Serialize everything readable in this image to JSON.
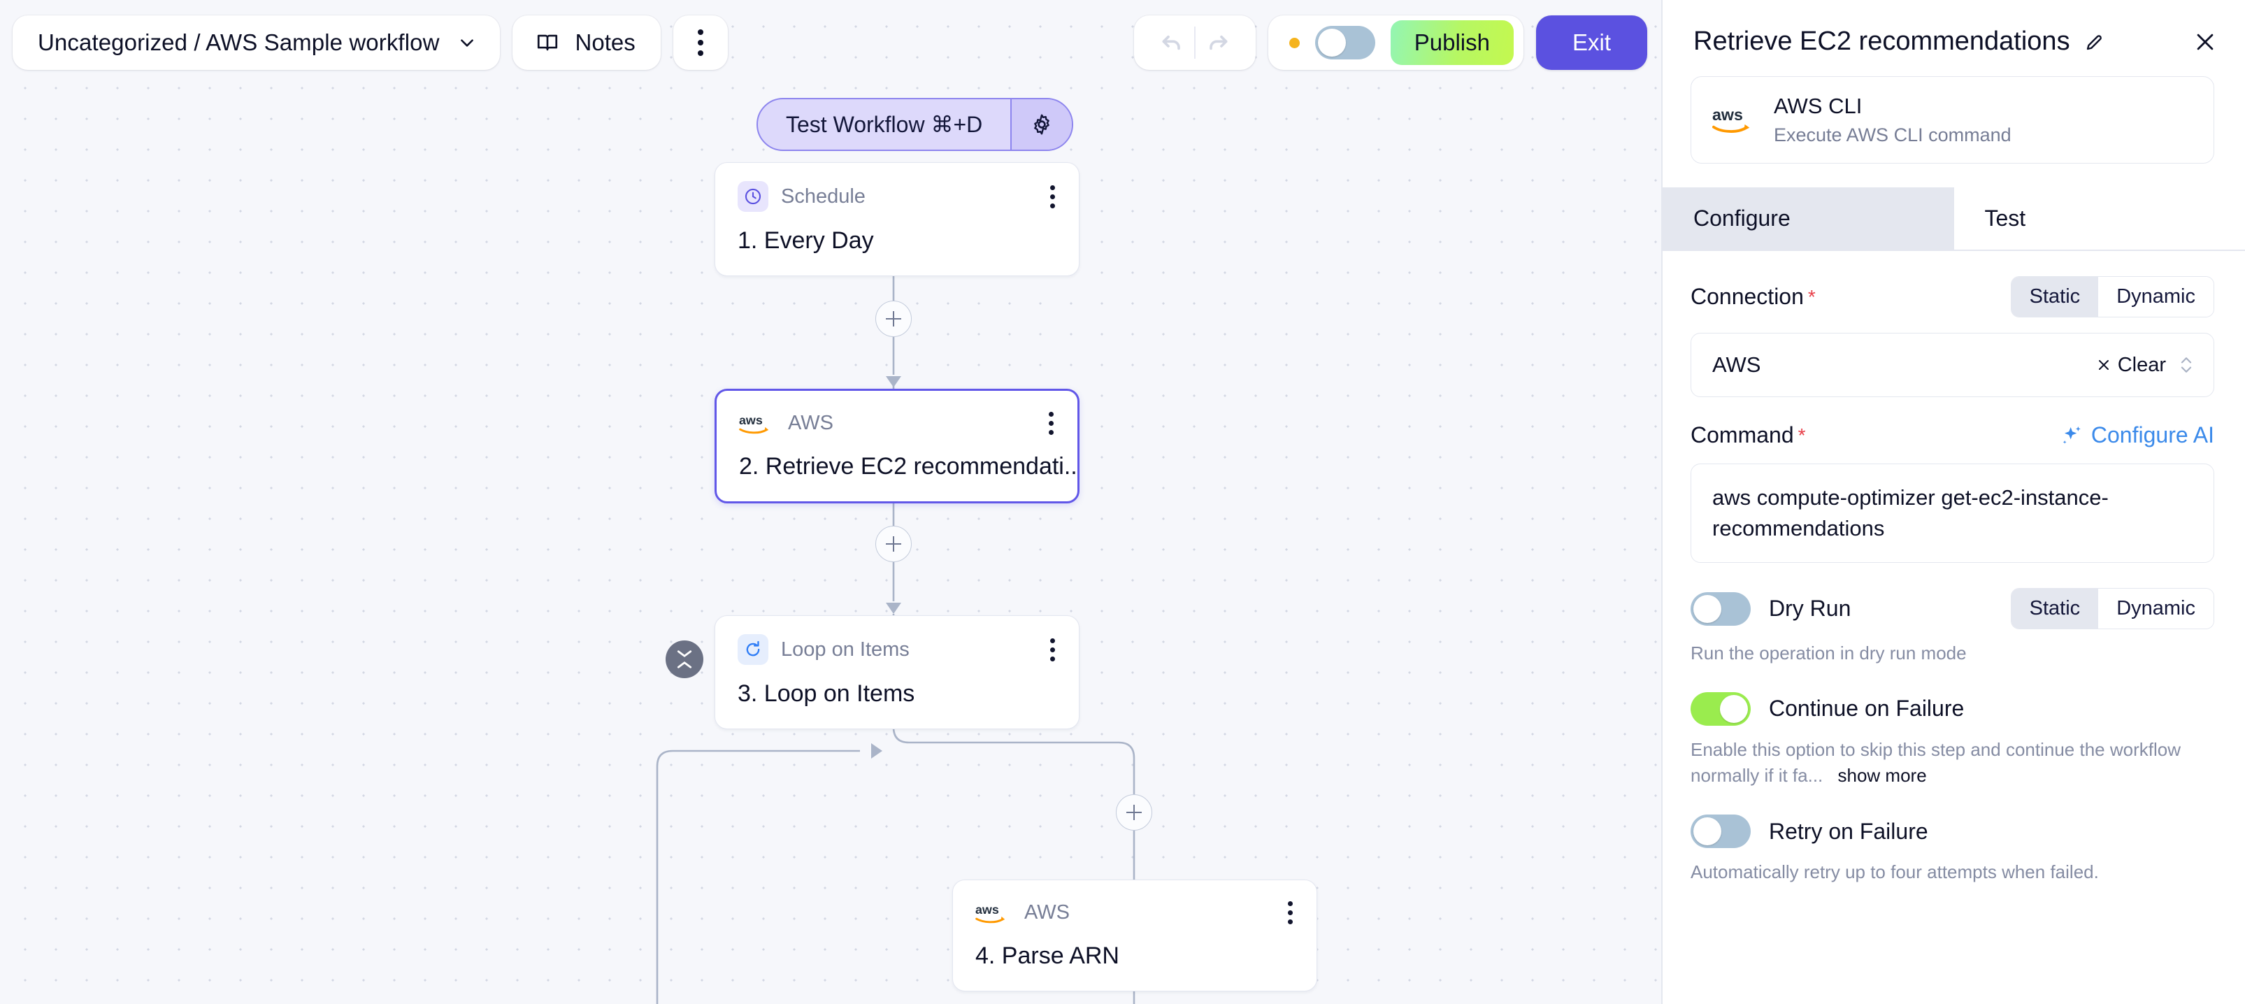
{
  "toolbar": {
    "workflow_name": "Uncategorized / AWS Sample workflow",
    "notes_label": "Notes",
    "publish_label": "Publish",
    "exit_label": "Exit",
    "accent_purple": "#5b51e0",
    "publish_green": "#b6f763",
    "status_dot_color": "#f5b31c",
    "publish_toggle_on": false
  },
  "canvas": {
    "test_pill": {
      "label": "Test Workflow ⌘+D"
    },
    "nodes": [
      {
        "type": "Schedule",
        "title": "1. Every Day",
        "icon": "clock-icon",
        "selected": false
      },
      {
        "type": "AWS",
        "title": "2. Retrieve EC2 recommendati...",
        "icon": "aws-logo-icon",
        "selected": true
      },
      {
        "type": "Loop on Items",
        "title": "3. Loop on Items",
        "icon": "loop-refresh-icon",
        "selected": false
      },
      {
        "type": "AWS",
        "title": "4. Parse ARN",
        "icon": "aws-logo-icon",
        "selected": false
      }
    ]
  },
  "panel": {
    "title": "Retrieve EC2 recommendations",
    "service": {
      "name": "AWS CLI",
      "description": "Execute AWS CLI command",
      "logo": "aws-logo-icon"
    },
    "tabs": [
      {
        "label": "Configure",
        "active": true
      },
      {
        "label": "Test",
        "active": false
      }
    ],
    "connection": {
      "label": "Connection",
      "required": "*",
      "mode_options": [
        "Static",
        "Dynamic"
      ],
      "mode_selected": "Static",
      "value": "AWS",
      "clear_label": "Clear"
    },
    "command": {
      "label": "Command",
      "required": "*",
      "ai_link": "Configure AI",
      "value": "aws compute-optimizer get-ec2-instance-recommendations"
    },
    "dry_run": {
      "label": "Dry Run",
      "enabled": false,
      "helper": "Run the operation in dry run mode",
      "mode_options": [
        "Static",
        "Dynamic"
      ],
      "mode_selected": "Static"
    },
    "continue_on_failure": {
      "label": "Continue on Failure",
      "enabled": true,
      "helper": "Enable this option to skip this step and continue the workflow normally if it fa...",
      "show_more": "show more"
    },
    "retry_on_failure": {
      "label": "Retry on Failure",
      "enabled": false,
      "helper": "Automatically retry up to four attempts when failed."
    }
  }
}
